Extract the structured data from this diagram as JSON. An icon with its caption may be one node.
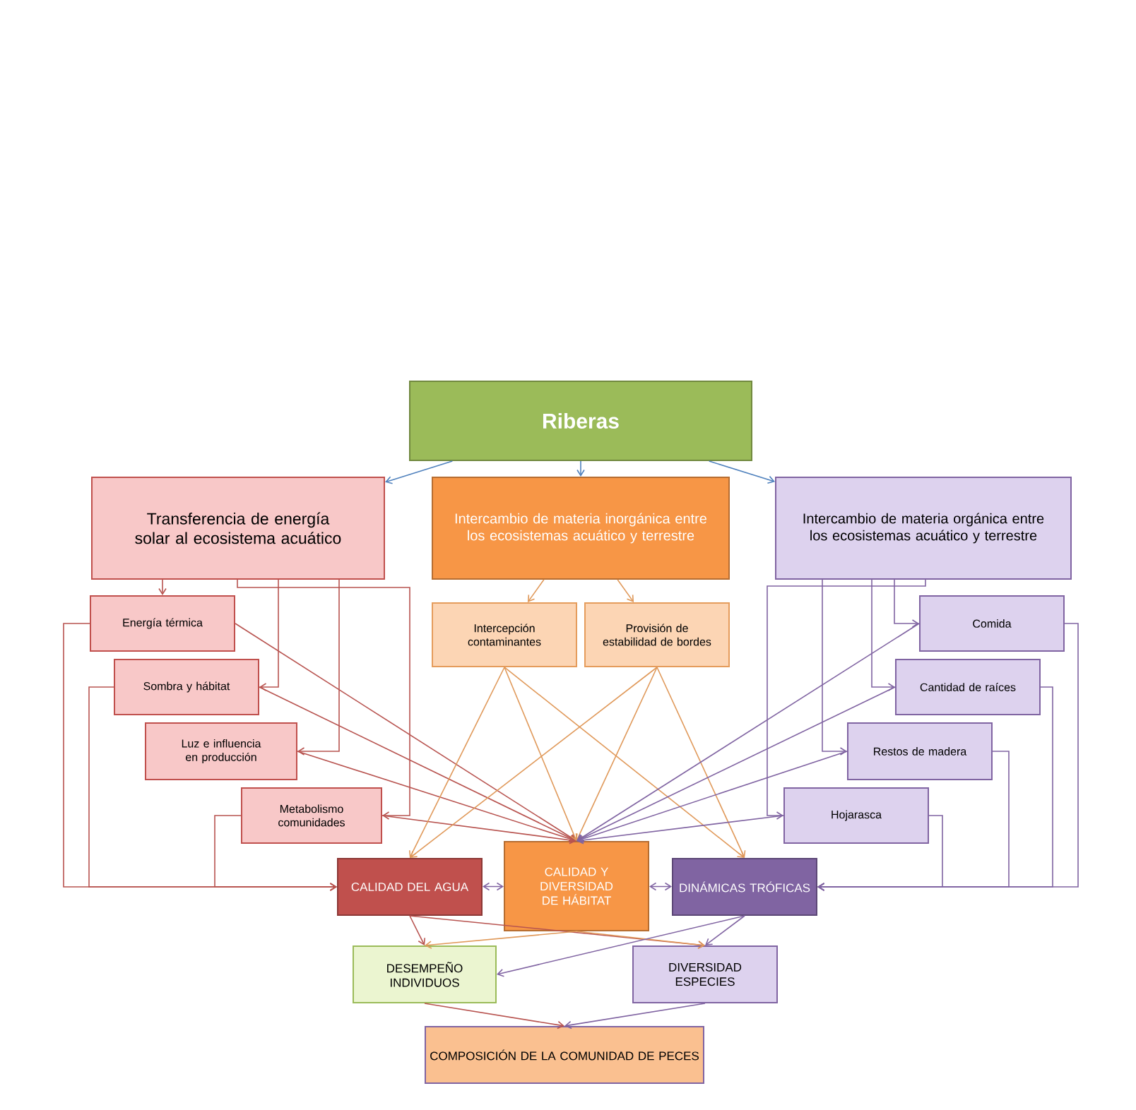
{
  "diagram": {
    "nodes": [
      {
        "text": [
          "Riberas"
        ]
      },
      {
        "text": [
          "Transferencia de energía solar al ecosistema acuático"
        ]
      },
      {
        "text": [
          "Intercambio de materia inorgánica entre los ecosistemas acuático y terrestre"
        ]
      },
      {
        "text": [
          "Intercambio de materia orgánica entre los ecosistemas acuático y terrestre"
        ]
      },
      {
        "text": [
          "Energía térmica"
        ]
      },
      {
        "text": [
          "Sombra y hábitat"
        ]
      },
      {
        "text": [
          "Luz e influencia en producción"
        ]
      },
      {
        "text": [
          "Metabolismo comunidades"
        ]
      },
      {
        "text": [
          "Intercepción contaminantes"
        ]
      },
      {
        "text": [
          "Provisión de estabilidad de bordes"
        ]
      },
      {
        "text": [
          "Comida"
        ]
      },
      {
        "text": [
          "Cantidad de raíces"
        ]
      },
      {
        "text": [
          "Restos de madera"
        ]
      },
      {
        "text": [
          "Hojarasca"
        ]
      },
      {
        "text": [
          "CALIDAD DEL AGUA"
        ]
      },
      {
        "text": [
          "CALIDAD Y DIVERSIDAD DE HÁBITAT"
        ]
      },
      {
        "text": [
          "DINÁMICAS TRÓFICAS"
        ]
      },
      {
        "text": [
          "DESEMPEÑO INDIVIDUOS"
        ]
      },
      {
        "text": [
          "DIVERSIDAD ESPECIES"
        ]
      },
      {
        "text": [
          "COMPOSICIÓN DE LA COMUNIDAD DE PECES"
        ]
      }
    ],
    "edges": [
      {
        "from": 0,
        "to": 1,
        "arrow": "to",
        "color": "#4f81bd"
      },
      {
        "from": 0,
        "to": 2,
        "arrow": "to",
        "color": "#4f81bd"
      },
      {
        "from": 0,
        "to": 3,
        "arrow": "to",
        "color": "#4f81bd"
      },
      {
        "from": 1,
        "to": 4,
        "arrow": "to",
        "color": "#b85450"
      },
      {
        "from": 1,
        "to": 5,
        "arrow": "to",
        "color": "#b85450"
      },
      {
        "from": 1,
        "to": 6,
        "arrow": "to",
        "color": "#b85450"
      },
      {
        "from": 1,
        "to": 7,
        "arrow": "to",
        "color": "#b85450"
      },
      {
        "from": 2,
        "to": 8,
        "arrow": "to",
        "color": "#e0995a"
      },
      {
        "from": 2,
        "to": 9,
        "arrow": "to",
        "color": "#e0995a"
      },
      {
        "from": 3,
        "to": 10,
        "arrow": "to"
      },
      {
        "from": 3,
        "to": 11,
        "arrow": "to"
      },
      {
        "from": 3,
        "to": 12,
        "arrow": "to"
      },
      {
        "from": 3,
        "to": 13,
        "arrow": "to"
      },
      {
        "from": 4,
        "to": 14,
        "arrow": "to",
        "color": "#b85450"
      },
      {
        "from": 5,
        "to": 14,
        "arrow": "to",
        "color": "#b85450"
      },
      {
        "from": 7,
        "to": 14,
        "arrow": "to",
        "color": "#b85450"
      },
      {
        "from": 4,
        "to": 15,
        "arrow": "to",
        "color": "#b85450"
      },
      {
        "from": 5,
        "to": 15,
        "arrow": "to",
        "color": "#b85450"
      },
      {
        "from": 6,
        "to": 15,
        "arrow": "to",
        "color": "#b85450"
      },
      {
        "from": 7,
        "to": 15,
        "arrow": "to",
        "color": "#b85450"
      },
      {
        "from": 8,
        "to": 14,
        "arrow": "to",
        "color": "#e0995a"
      },
      {
        "from": 8,
        "to": 15,
        "arrow": "to",
        "color": "#e0995a"
      },
      {
        "from": 8,
        "to": 16,
        "arrow": "to",
        "color": "#e0995a"
      },
      {
        "from": 9,
        "to": 14,
        "arrow": "to",
        "color": "#e0995a"
      },
      {
        "from": 9,
        "to": 15,
        "arrow": "to",
        "color": "#e0995a"
      },
      {
        "from": 9,
        "to": 16,
        "arrow": "to",
        "color": "#e0995a"
      },
      {
        "from": 10,
        "to": 15,
        "arrow": "to"
      },
      {
        "from": 11,
        "to": 15,
        "arrow": "to"
      },
      {
        "from": 12,
        "to": 15,
        "arrow": "to"
      },
      {
        "from": 13,
        "to": 15,
        "arrow": "to"
      },
      {
        "from": 10,
        "to": 16,
        "arrow": "to"
      },
      {
        "from": 11,
        "to": 16,
        "arrow": "to"
      },
      {
        "from": 12,
        "to": 16,
        "arrow": "to"
      },
      {
        "from": 13,
        "to": 16,
        "arrow": "to"
      },
      {
        "from": 14,
        "to": 15,
        "arrow": "both"
      },
      {
        "from": 15,
        "to": 16,
        "arrow": "both"
      },
      {
        "from": 14,
        "to": 17,
        "arrow": "to",
        "color": "#b85450"
      },
      {
        "from": 14,
        "to": 18,
        "arrow": "to",
        "color": "#b85450"
      },
      {
        "from": 15,
        "to": 17,
        "arrow": "to",
        "color": "#e0995a"
      },
      {
        "from": 15,
        "to": 18,
        "arrow": "to",
        "color": "#e0995a"
      },
      {
        "from": 16,
        "to": 17,
        "arrow": "to"
      },
      {
        "from": 16,
        "to": 18,
        "arrow": "to"
      },
      {
        "from": 17,
        "to": 19,
        "arrow": "to",
        "color": "#b85450"
      },
      {
        "from": 18,
        "to": 19,
        "arrow": "to"
      }
    ]
  }
}
